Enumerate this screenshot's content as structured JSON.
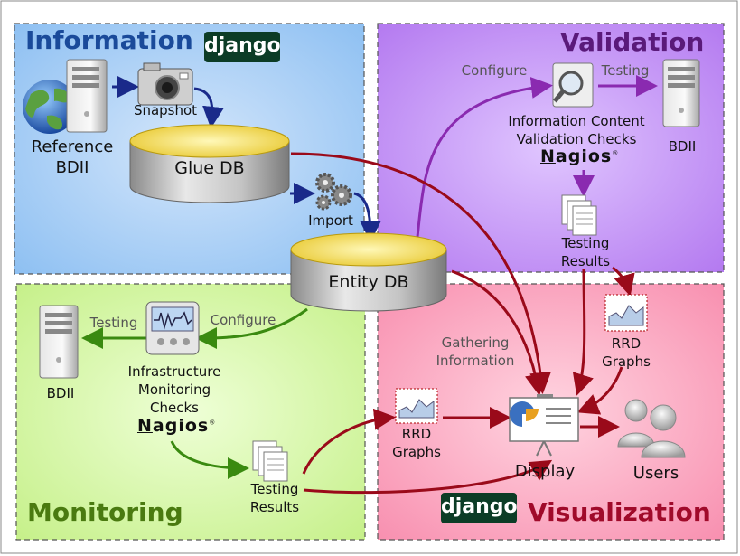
{
  "panels": {
    "information": {
      "title": "Information",
      "color": "#1a4a9a"
    },
    "validation": {
      "title": "Validation",
      "color": "#5a1a7a"
    },
    "monitoring": {
      "title": "Monitoring",
      "color": "#4a7a10"
    },
    "visualization": {
      "title": "Visualization",
      "color": "#a00a2a"
    }
  },
  "django_logo": "django",
  "nagios_logo": {
    "first": "N",
    "rest": "agios",
    "mark": "®"
  },
  "labels": {
    "snapshot": "Snapshot",
    "reference_bdii_1": "Reference",
    "reference_bdii_2": "BDII",
    "glue_db": "Glue DB",
    "import": "Import",
    "entity_db": "Entity DB",
    "val_configure": "Configure",
    "val_testing": "Testing",
    "val_bdii": "BDII",
    "val_checks_1": "Information Content",
    "val_checks_2": "Validation Checks",
    "val_results_1": "Testing",
    "val_results_2": "Results",
    "mon_testing": "Testing",
    "mon_configure": "Configure",
    "mon_bdii": "BDII",
    "mon_checks_1": "Infrastructure",
    "mon_checks_2": "Monitoring",
    "mon_checks_3": "Checks",
    "mon_results_1": "Testing",
    "mon_results_2": "Results",
    "gathering_1": "Gathering",
    "gathering_2": "Information",
    "rrd_right_1": "RRD",
    "rrd_right_2": "Graphs",
    "rrd_left_1": "RRD",
    "rrd_left_2": "Graphs",
    "display": "Display",
    "users": "Users"
  },
  "icons": [
    "globe-icon",
    "server-icon",
    "camera-icon",
    "database-icon",
    "gears-icon",
    "magnifier-icon",
    "documents-icon",
    "monitor-device-icon",
    "graph-icon",
    "presentation-board-icon",
    "users-icon"
  ],
  "colors": {
    "arrow_blue": "#1a2a8a",
    "arrow_purple": "#8a2ab0",
    "arrow_green": "#3a8a10",
    "arrow_red": "#9a0a1a"
  }
}
